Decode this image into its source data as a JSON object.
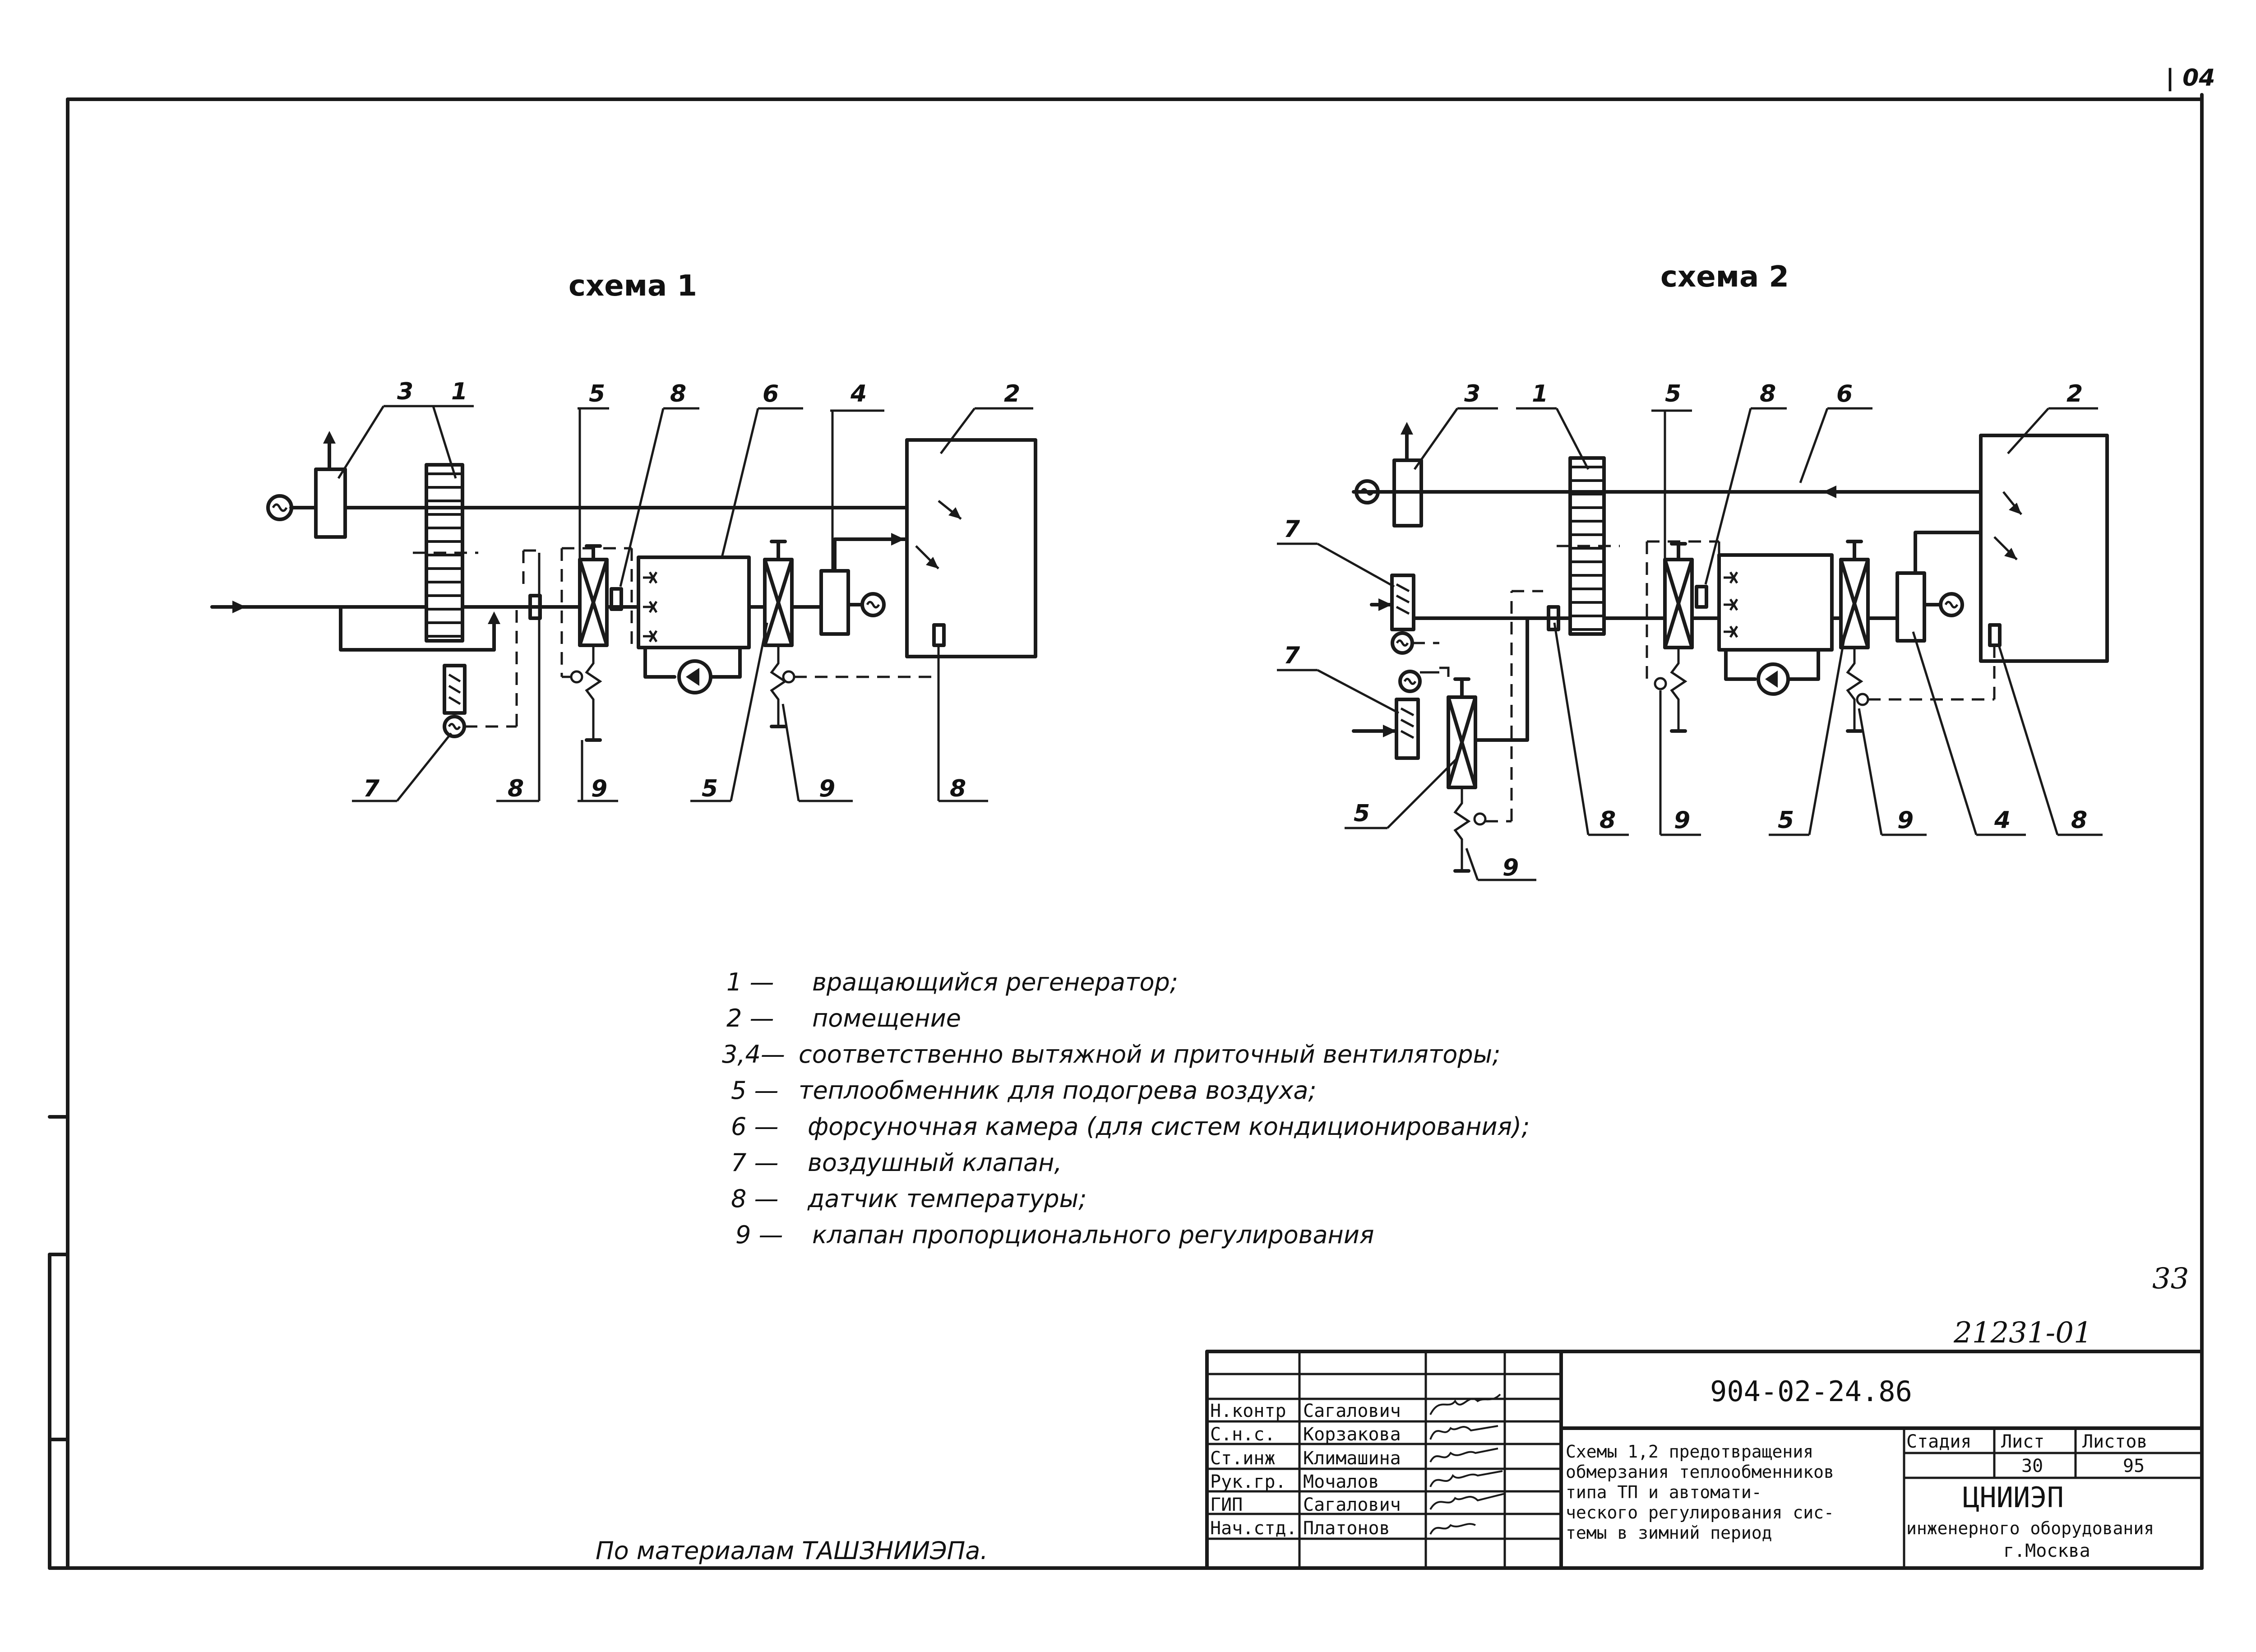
{
  "sheet": {
    "corner_mark": "| 04",
    "page_number_hand": "33",
    "archive_number": "21231-01",
    "footnote": "По материалам ТАШЗНИИЭПа."
  },
  "scheme1": {
    "title": "схема 1",
    "labels_top": [
      "3",
      "1",
      "5",
      "8",
      "6",
      "4",
      "2"
    ],
    "labels_bottom": [
      "7",
      "8",
      "9",
      "5",
      "9",
      "8"
    ]
  },
  "scheme2": {
    "title": "схема 2",
    "labels_top": [
      "3",
      "1",
      "5",
      "8",
      "6",
      "2"
    ],
    "labels_left": [
      "7",
      "7",
      "5"
    ],
    "labels_bottom": [
      "9",
      "8",
      "9",
      "5",
      "9",
      "4",
      "8"
    ]
  },
  "legend": [
    {
      "num": "1 —",
      "text": "вращающийся регенератор;"
    },
    {
      "num": "2 —",
      "text": "помещение"
    },
    {
      "num": "3,4—",
      "text": "соответственно вытяжной и приточный вентиляторы;"
    },
    {
      "num": "5 —",
      "text": "теплообменник для подогрева воздуха;"
    },
    {
      "num": "6 —",
      "text": "форсуночная камера (для систем кондиционирования);"
    },
    {
      "num": "7 —",
      "text": "воздушный клапан,"
    },
    {
      "num": "8 —",
      "text": "датчик температуры;"
    },
    {
      "num": "9 —",
      "text": "клапан пропорционального регулирования"
    }
  ],
  "title_block": {
    "doc_code": "904-02-24.86",
    "roles": [
      "Н.контр",
      "С.н.с.",
      "Ст.инж",
      "Рук.гр.",
      "ГИП",
      "Нач.стд."
    ],
    "names": [
      "Сагалович",
      "Корзакова",
      "Климашина",
      "Мочалов",
      "Сагалович",
      "Платонов"
    ],
    "description_lines": [
      "Схемы 1,2 предотвращения",
      "обмерзания теплообменников",
      "типа ТП       и автомати-",
      "ческого регулирования сис-",
      "темы в зимний период"
    ],
    "stage_label": "Стадия",
    "sheet_label": "Лист",
    "sheets_label": "Листов",
    "stage_value": "",
    "sheet_value": "30",
    "sheets_value": "95",
    "org_lines": [
      "ЦНИИЭП",
      "инженерного оборудования",
      "г.Москва"
    ]
  }
}
